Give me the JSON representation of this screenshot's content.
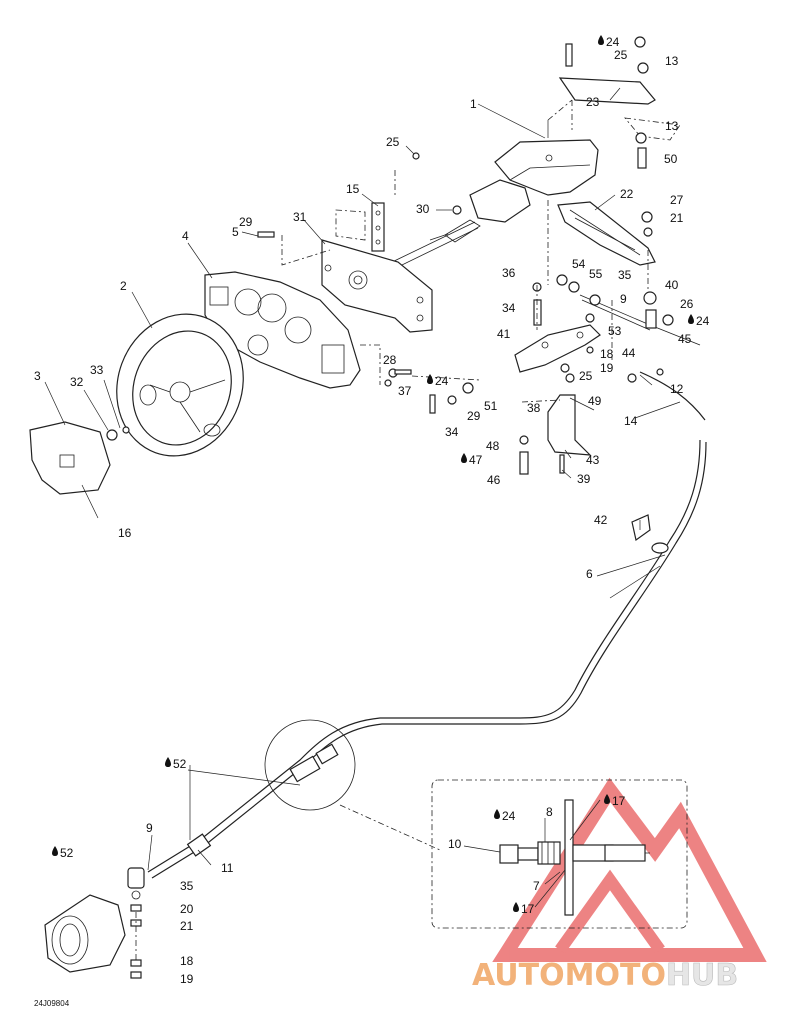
{
  "diagram_code": "24J09804",
  "watermark": {
    "text_a": "AUTO",
    "text_b": "MOTO",
    "text_c": "HUB",
    "color_a": "#f2b27a",
    "color_b": "#f2b27a",
    "color_c": "#e6e6e6",
    "logo_color": "#e85a5a"
  },
  "callouts": [
    {
      "id": "c1",
      "text": "1",
      "drop": false
    },
    {
      "id": "c2",
      "text": "2",
      "drop": false
    },
    {
      "id": "c3",
      "text": "3",
      "drop": false
    },
    {
      "id": "c4",
      "text": "4",
      "drop": false
    },
    {
      "id": "c5",
      "text": "5",
      "drop": false
    },
    {
      "id": "c6",
      "text": "6",
      "drop": false
    },
    {
      "id": "c7",
      "text": "7",
      "drop": false
    },
    {
      "id": "c8",
      "text": "8",
      "drop": false
    },
    {
      "id": "c9a",
      "text": "9",
      "drop": false
    },
    {
      "id": "c9b",
      "text": "9",
      "drop": false
    },
    {
      "id": "c10",
      "text": "10",
      "drop": false
    },
    {
      "id": "c11",
      "text": "11",
      "drop": false
    },
    {
      "id": "c12",
      "text": "12",
      "drop": false
    },
    {
      "id": "c13a",
      "text": "13",
      "drop": false
    },
    {
      "id": "c13b",
      "text": "13",
      "drop": false
    },
    {
      "id": "c14",
      "text": "14",
      "drop": false
    },
    {
      "id": "c15",
      "text": "15",
      "drop": false
    },
    {
      "id": "c16",
      "text": "16",
      "drop": false
    },
    {
      "id": "c17a",
      "text": "17",
      "drop": true
    },
    {
      "id": "c17b",
      "text": "17",
      "drop": true
    },
    {
      "id": "c18a",
      "text": "18",
      "drop": false
    },
    {
      "id": "c18b",
      "text": "18",
      "drop": false
    },
    {
      "id": "c19a",
      "text": "19",
      "drop": false
    },
    {
      "id": "c19b",
      "text": "19",
      "drop": false
    },
    {
      "id": "c20",
      "text": "20",
      "drop": false
    },
    {
      "id": "c21a",
      "text": "21",
      "drop": false
    },
    {
      "id": "c21b",
      "text": "21",
      "drop": false
    },
    {
      "id": "c22",
      "text": "22",
      "drop": false
    },
    {
      "id": "c23",
      "text": "23",
      "drop": false
    },
    {
      "id": "c24a",
      "text": "24",
      "drop": true
    },
    {
      "id": "c24b",
      "text": "24",
      "drop": true
    },
    {
      "id": "c24c",
      "text": "24",
      "drop": true
    },
    {
      "id": "c24d",
      "text": "24",
      "drop": true
    },
    {
      "id": "c25a",
      "text": "25",
      "drop": false
    },
    {
      "id": "c25b",
      "text": "25",
      "drop": false
    },
    {
      "id": "c25c",
      "text": "25",
      "drop": false
    },
    {
      "id": "c26",
      "text": "26",
      "drop": false
    },
    {
      "id": "c27",
      "text": "27",
      "drop": false
    },
    {
      "id": "c28",
      "text": "28",
      "drop": false
    },
    {
      "id": "c29a",
      "text": "29",
      "drop": false
    },
    {
      "id": "c29b",
      "text": "29",
      "drop": false
    },
    {
      "id": "c30",
      "text": "30",
      "drop": false
    },
    {
      "id": "c31",
      "text": "31",
      "drop": false
    },
    {
      "id": "c32",
      "text": "32",
      "drop": false
    },
    {
      "id": "c33",
      "text": "33",
      "drop": false
    },
    {
      "id": "c34a",
      "text": "34",
      "drop": false
    },
    {
      "id": "c34b",
      "text": "34",
      "drop": false
    },
    {
      "id": "c35a",
      "text": "35",
      "drop": false
    },
    {
      "id": "c35b",
      "text": "35",
      "drop": false
    },
    {
      "id": "c36",
      "text": "36",
      "drop": false
    },
    {
      "id": "c37",
      "text": "37",
      "drop": false
    },
    {
      "id": "c38",
      "text": "38",
      "drop": false
    },
    {
      "id": "c39",
      "text": "39",
      "drop": false
    },
    {
      "id": "c40",
      "text": "40",
      "drop": false
    },
    {
      "id": "c41",
      "text": "41",
      "drop": false
    },
    {
      "id": "c42",
      "text": "42",
      "drop": false
    },
    {
      "id": "c43",
      "text": "43",
      "drop": false
    },
    {
      "id": "c44",
      "text": "44",
      "drop": false
    },
    {
      "id": "c45",
      "text": "45",
      "drop": false
    },
    {
      "id": "c46",
      "text": "46",
      "drop": false
    },
    {
      "id": "c47",
      "text": "47",
      "drop": true
    },
    {
      "id": "c48",
      "text": "48",
      "drop": false
    },
    {
      "id": "c49",
      "text": "49",
      "drop": false
    },
    {
      "id": "c50",
      "text": "50",
      "drop": false
    },
    {
      "id": "c51",
      "text": "51",
      "drop": false
    },
    {
      "id": "c52a",
      "text": "52",
      "drop": true
    },
    {
      "id": "c52b",
      "text": "52",
      "drop": true
    },
    {
      "id": "c53",
      "text": "53",
      "drop": false
    },
    {
      "id": "c54",
      "text": "54",
      "drop": false
    },
    {
      "id": "c55",
      "text": "55",
      "drop": false
    }
  ]
}
